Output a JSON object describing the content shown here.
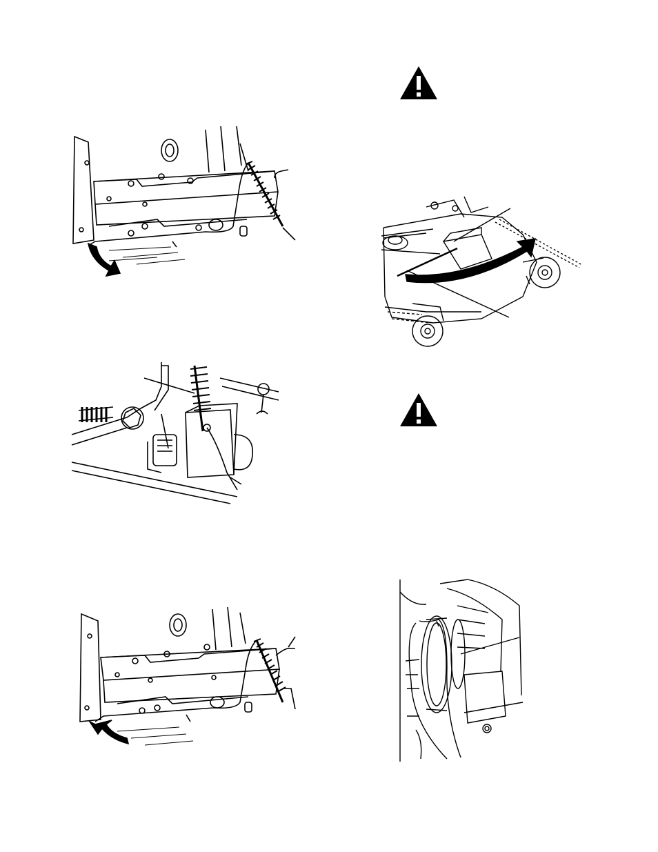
{
  "page": {
    "background": "#ffffff",
    "ink": "#000000"
  },
  "figures": [
    {
      "id": "fig-spring-rod-lower",
      "icon": "mower-deck-spring-rod-illustration"
    },
    {
      "id": "fig-spring-hook-closeup",
      "icon": "spring-hook-closeup-illustration"
    },
    {
      "id": "fig-spring-rod-raised",
      "icon": "mower-deck-spring-rod-illustration"
    },
    {
      "id": "fig-deck-rotate",
      "icon": "mower-deck-rotation-illustration"
    },
    {
      "id": "fig-belt-pulley",
      "icon": "belt-pulley-closeup-illustration"
    }
  ],
  "warnings": [
    {
      "icon": "warning-triangle-icon"
    },
    {
      "icon": "warning-triangle-icon"
    }
  ]
}
